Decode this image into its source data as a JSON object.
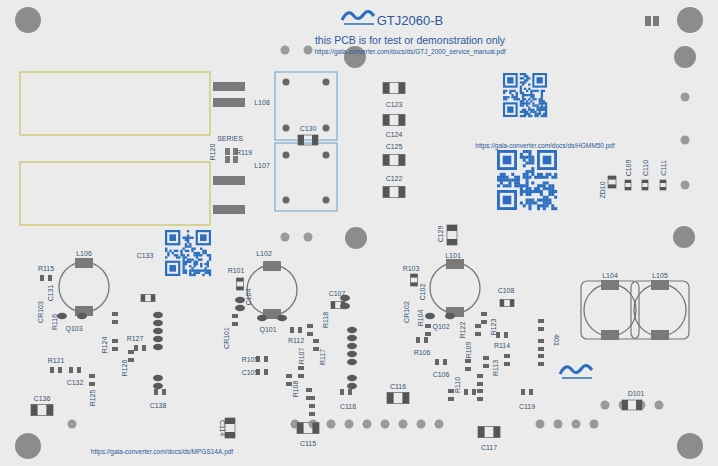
{
  "diagram": {
    "title": "GTJ2060-B",
    "labels": [
      "this PCB is for test or demonstration only",
      "https://gala-converter.com/docs/ds/GTJ_2000_service_manual.pdf",
      "https://gala-converter.com/docs/ds/HGMM50.pdf",
      "https://gala-converter.com/docs/ds/MPGS14A.pdf",
      "L108",
      "SERIES",
      "R120",
      "R119",
      "L107",
      "C130",
      "C123",
      "C124",
      "C125",
      "C122",
      "C109",
      "C110",
      "C111",
      "ZD10",
      "C129",
      "L106",
      "C133",
      "L102",
      "R101",
      "L101",
      "R103",
      "L104",
      "L105",
      "R115",
      "C131",
      "CR103",
      "C104",
      "C102",
      "C107",
      "C108",
      "Q103",
      "R116",
      "CR102",
      "R127",
      "R124",
      "R126",
      "Q101",
      "CR101",
      "R112",
      "R118",
      "R117",
      "R107",
      "R105",
      "C105",
      "R108",
      "Q102",
      "R104",
      "R122",
      "R123",
      "R106",
      "R109",
      "R114",
      "R113",
      "C106",
      "R110",
      "401",
      "R121",
      "C132",
      "R125",
      "C136",
      "C138",
      "C116",
      "C118",
      "C119",
      "D101",
      "C114",
      "C115",
      "C117"
    ]
  }
}
